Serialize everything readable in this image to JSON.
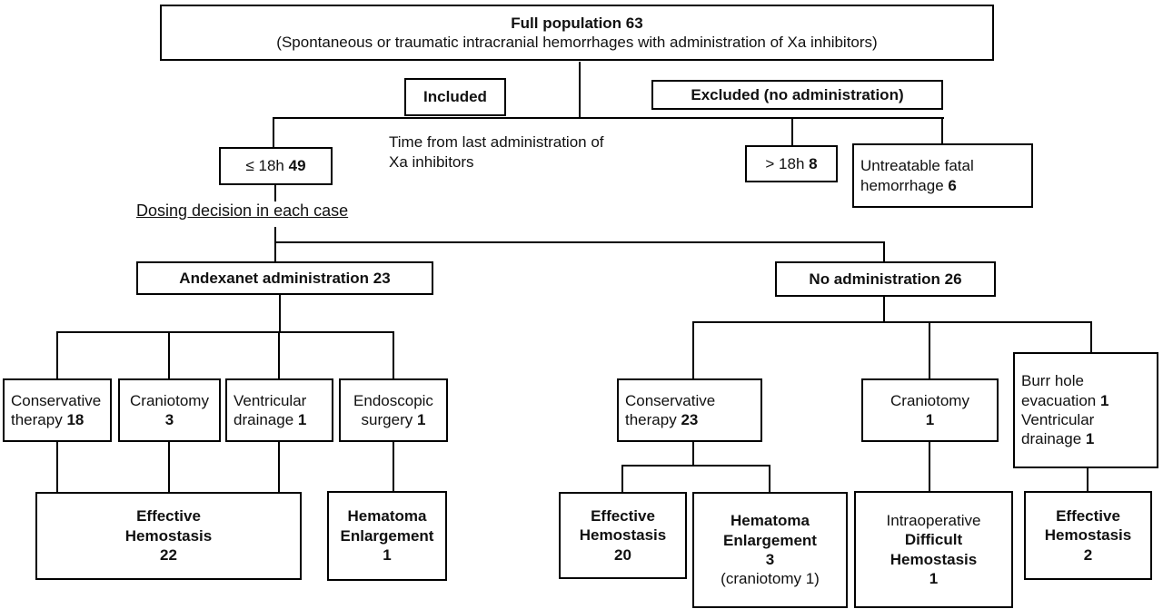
{
  "diagram": {
    "colors": {
      "line": "#000000",
      "background": "#ffffff",
      "text": "#111111"
    },
    "title_box": {
      "line1": "Full population 63",
      "line2": "(Spontaneous or traumatic intracranial hemorrhages with administration of Xa inhibitors)"
    },
    "included_label": "Included",
    "excluded_label": "Excluded (no administration)",
    "time_label": {
      "line1": "Time from last administration of",
      "line2": "Xa inhibitors"
    },
    "dosing_label": "Dosing decision in each case",
    "andexanet_label": "Andexanet administration 23",
    "no_admin_label": "No administration 26",
    "nodes": {
      "le18h": [
        [
          {
            "t": "≤ 18h "
          },
          {
            "t": "49",
            "b": true
          }
        ]
      ],
      "gt18h": [
        [
          {
            "t": "> 18h "
          },
          {
            "t": "8",
            "b": true
          }
        ]
      ],
      "untreatable": [
        [
          {
            "t": "Untreatable fatal"
          }
        ],
        [
          {
            "t": "hemorrhage "
          },
          {
            "t": "6",
            "b": true
          }
        ]
      ],
      "conservative18": [
        [
          {
            "t": "Conservative"
          }
        ],
        [
          {
            "t": "therapy "
          },
          {
            "t": "18",
            "b": true
          }
        ]
      ],
      "craniotomy3": [
        [
          {
            "t": "Craniotomy"
          }
        ],
        [
          {
            "t": "3",
            "b": true
          }
        ]
      ],
      "ventricular1": [
        [
          {
            "t": "Ventricular"
          }
        ],
        [
          {
            "t": "drainage "
          },
          {
            "t": "1",
            "b": true
          }
        ]
      ],
      "endoscopic1": [
        [
          {
            "t": "Endoscopic"
          }
        ],
        [
          {
            "t": "surgery "
          },
          {
            "t": "1",
            "b": true
          }
        ]
      ],
      "eff_hemostasis22": [
        [
          {
            "t": "Effective",
            "b": true
          }
        ],
        [
          {
            "t": "Hemostasis",
            "b": true
          }
        ],
        [
          {
            "t": "22",
            "b": true
          }
        ]
      ],
      "hematoma1": [
        [
          {
            "t": "Hematoma",
            "b": true
          }
        ],
        [
          {
            "t": "Enlargement",
            "b": true
          }
        ],
        [
          {
            "t": "1",
            "b": true
          }
        ]
      ],
      "conservative23": [
        [
          {
            "t": "Conservative"
          }
        ],
        [
          {
            "t": "therapy "
          },
          {
            "t": "23",
            "b": true
          }
        ]
      ],
      "craniotomy1": [
        [
          {
            "t": "Craniotomy"
          }
        ],
        [
          {
            "t": "1",
            "b": true
          }
        ]
      ],
      "burr_hole": [
        [
          {
            "t": "Burr hole"
          }
        ],
        [
          {
            "t": "evacuation "
          },
          {
            "t": "1",
            "b": true
          }
        ],
        [
          {
            "t": "Ventricular"
          }
        ],
        [
          {
            "t": "drainage "
          },
          {
            "t": "1",
            "b": true
          }
        ]
      ],
      "eff_hemostasis20": [
        [
          {
            "t": "Effective",
            "b": true
          }
        ],
        [
          {
            "t": "Hemostasis",
            "b": true
          }
        ],
        [
          {
            "t": "20",
            "b": true
          }
        ]
      ],
      "hematoma3": [
        [
          {
            "t": "Hematoma",
            "b": true
          }
        ],
        [
          {
            "t": "Enlargement",
            "b": true
          }
        ],
        [
          {
            "t": "3",
            "b": true
          }
        ],
        [
          {
            "t": "(craniotomy 1)"
          }
        ]
      ],
      "intraoperative": [
        [
          {
            "t": "Intraoperative"
          }
        ],
        [
          {
            "t": "Difficult",
            "b": true
          }
        ],
        [
          {
            "t": "Hemostasis",
            "b": true
          }
        ],
        [
          {
            "t": "1",
            "b": true
          }
        ]
      ],
      "eff_hemostasis2": [
        [
          {
            "t": "Effective",
            "b": true
          }
        ],
        [
          {
            "t": "Hemostasis",
            "b": true
          }
        ],
        [
          {
            "t": "2",
            "b": true
          }
        ]
      ]
    }
  }
}
